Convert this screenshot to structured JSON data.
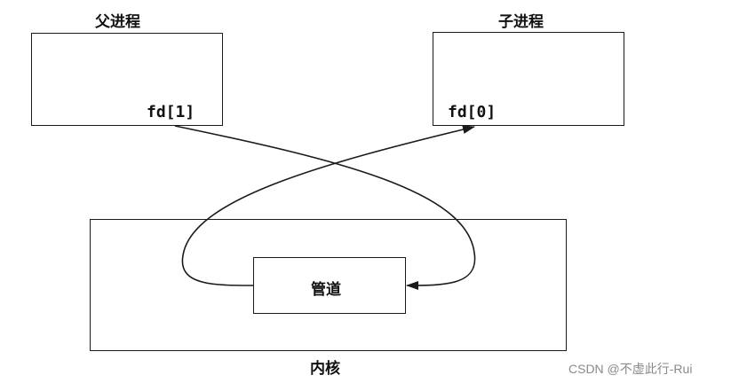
{
  "diagram": {
    "parent_process": {
      "title": "父进程",
      "fd_label": "fd[1]"
    },
    "child_process": {
      "title": "子进程",
      "fd_label": "fd[0]"
    },
    "kernel": {
      "title": "内核"
    },
    "pipe": {
      "label": "管道"
    }
  },
  "watermark": "CSDN @不虚此行-Rui",
  "colors": {
    "stroke": "#1a1a1a",
    "text": "#111111",
    "watermark": "#8a8a8a"
  }
}
